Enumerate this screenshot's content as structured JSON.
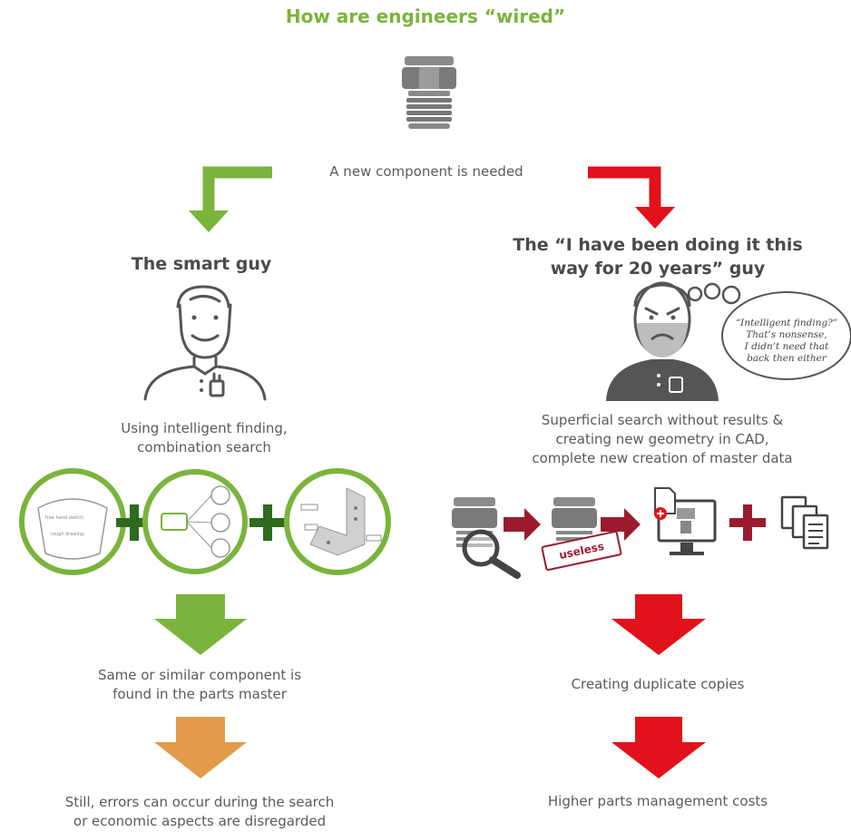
{
  "title": "How are engineers “wired”",
  "top": {
    "label": "A new component is needed"
  },
  "left": {
    "heading": "The smart guy",
    "method": [
      "Using intelligent finding,",
      "combination search"
    ],
    "result1": [
      "Same or similar component is",
      "found in the parts master"
    ],
    "result2": [
      "Still, errors can occur during the search",
      "or economic aspects are disregarded"
    ]
  },
  "right": {
    "heading": [
      "The “I have been doing it this",
      "way for 20 years” guy"
    ],
    "thought": [
      "“Intelligent finding?”",
      "That’s nonsense,",
      "I didn’t need that",
      "back then either"
    ],
    "method": [
      "Superficial search without results &",
      "creating new geometry in CAD,",
      "complete new creation of master data"
    ],
    "useless_label": "useless",
    "result1": "Creating duplicate copies",
    "result2": "Higher parts management costs"
  },
  "colors": {
    "green": "#7ab43c",
    "dark_green": "#2e6b1e",
    "orange": "#e39a4a",
    "red": "#e1121b",
    "dark_red": "#9b1b2e",
    "gray": "#555555"
  },
  "icons": [
    "bolt-icon",
    "smart-guy-icon",
    "grumpy-guy-icon",
    "magnifier-icon",
    "computer-icon",
    "documents-icon",
    "plus-icon"
  ]
}
